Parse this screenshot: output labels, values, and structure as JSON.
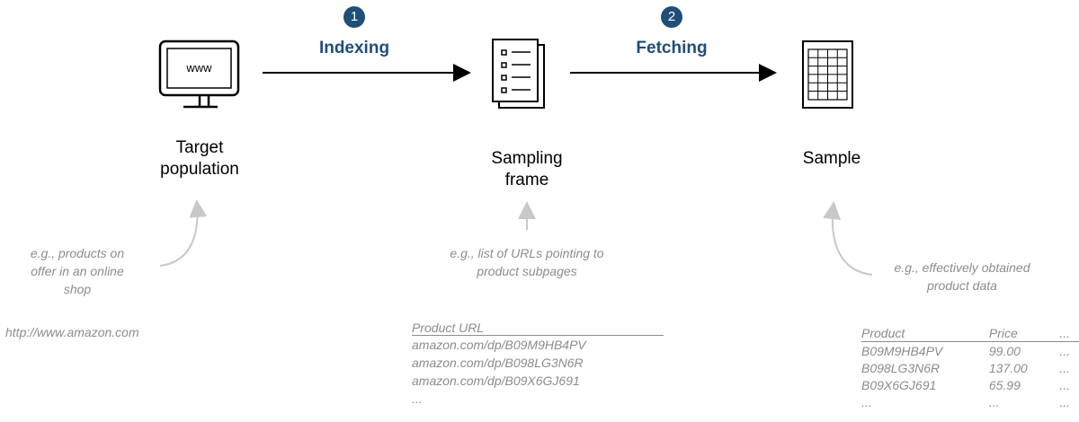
{
  "steps": [
    {
      "number": "1",
      "title": "Indexing"
    },
    {
      "number": "2",
      "title": "Fetching"
    }
  ],
  "nodes": {
    "population": {
      "icon_text": "www",
      "label_line1": "Target",
      "label_line2": "population",
      "note": [
        "e.g., products on",
        "offer in an online",
        "shop"
      ],
      "example_url": "http://www.amazon.com"
    },
    "frame": {
      "label_line1": "Sampling",
      "label_line2": "frame",
      "note": [
        "e.g., list of URLs pointing to",
        "product subpages"
      ],
      "table_header": "Product URL",
      "rows": [
        "amazon.com/dp/B09M9HB4PV",
        "amazon.com/dp/B098LG3N6R",
        "amazon.com/dp/B09X6GJ691",
        "..."
      ]
    },
    "sample": {
      "label": "Sample",
      "note": [
        "e.g., effectively obtained",
        "product data"
      ],
      "columns": [
        "Product",
        "Price",
        "..."
      ],
      "rows": [
        [
          "B09M9HB4PV",
          "99.00",
          "..."
        ],
        [
          "B098LG3N6R",
          "137.00",
          "..."
        ],
        [
          "B09X6GJ691",
          "65.99",
          "..."
        ],
        [
          "...",
          "...",
          "..."
        ]
      ]
    }
  },
  "colors": {
    "accent": "#1f4e79",
    "muted": "#8c8c8c",
    "arrow": "#000000",
    "curve": "#c8c8c8"
  }
}
